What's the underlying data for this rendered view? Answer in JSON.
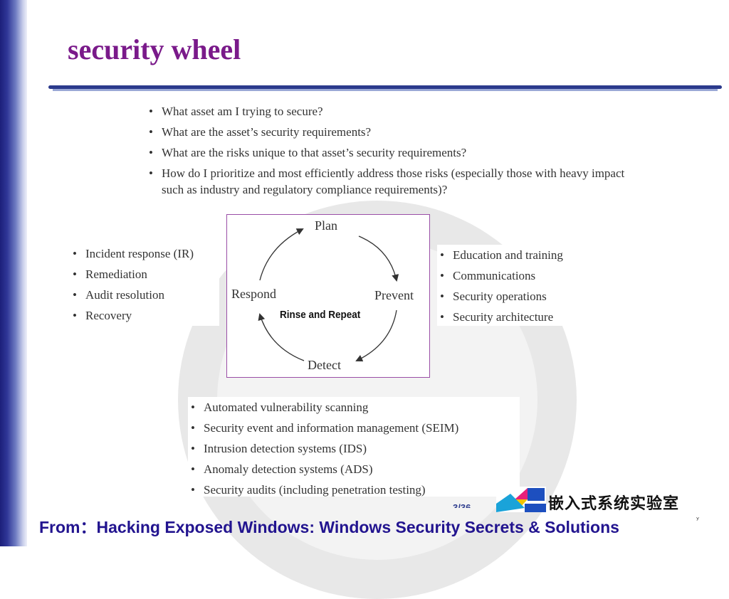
{
  "slide": {
    "title": "security wheel",
    "questions": [
      "What asset am I trying to secure?",
      "What are the asset’s security requirements?",
      "What are the risks unique to that asset’s security requirements?",
      "How do I prioritize and most efficiently address those risks (especially those with heavy impact such as industry and regulatory compliance requirements)?"
    ]
  },
  "wheel": {
    "plan": "Plan",
    "prevent": "Prevent",
    "detect": "Detect",
    "respond": "Respond",
    "center": "Rinse and Repeat",
    "border_color": "#9a4ea6"
  },
  "respond_items": [
    "Incident response (IR)",
    "Remediation",
    "Audit resolution",
    "Recovery"
  ],
  "prevent_items": [
    "Education and training",
    "Communications",
    "Security operations",
    "Security architecture"
  ],
  "detect_items": [
    "Automated vulnerability scanning",
    "Security event and information management (SEIM)",
    "Intrusion detection systems (IDS)",
    "Anomaly detection systems (ADS)",
    "Security audits (including penetration testing)"
  ],
  "branding": {
    "lab_name": "嵌入式系统实验室",
    "page_number": "3/36",
    "mark": "ʸ"
  },
  "footer": {
    "source": "From：Hacking Exposed Windows: Windows Security Secrets & Solutions"
  },
  "colors": {
    "title": "#7a1a8a",
    "footer": "#22148f",
    "band": "#2f3697"
  },
  "icons": {
    "logo": "lab-logo-icon"
  }
}
